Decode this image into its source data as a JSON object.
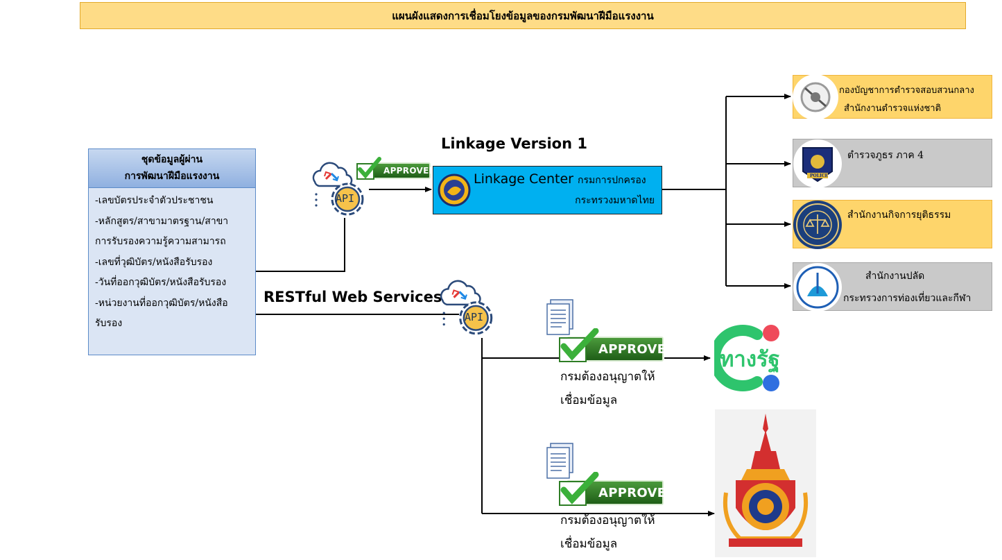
{
  "title": "แผนผังแสดงการเชื่อมโยงข้อมูลของกรมพัฒนาฝีมือแรงงาน",
  "source": {
    "heading_line1": "ชุดข้อมูลผู้ผ่าน",
    "heading_line2": "การพัฒนาฝีมือแรงงาน",
    "items": [
      "-เลขบัตรประจำตัวประชาชน",
      "-หลักสูตร/สาขามาตรฐาน/สาขา",
      "การรับรองความรู้ความสามารถ",
      "-เลขที่วุฒิบัตร/หนังสือรับรอง",
      "-วันที่ออกวุฒิบัตร/หนังสือรับรอง",
      "-หน่วยงานที่ออกวุฒิบัตร/หนังสือ",
      "รับรอง"
    ]
  },
  "linkage": {
    "version_label": "Linkage Version 1",
    "center_label": "Linkage Center",
    "center_org": "กรมการปกครอง",
    "center_ministry": "กระทรวงมหาดไทย"
  },
  "restful": {
    "label": "RESTful Web Services"
  },
  "api": {
    "label": "API"
  },
  "approved": {
    "label": "APPROVED"
  },
  "destinations": [
    {
      "line1": "กองบัญชาการตำรวจสอบสวนกลาง",
      "line2": "สำนักงานตำรวจแห่งชาติ"
    },
    {
      "line1": "ตำรวจภูธร ภาค 4",
      "logo_text": "POLICE"
    },
    {
      "line1": "สำนักงานกิจการยุติธรรม"
    },
    {
      "line1": "สำนักงานปลัด",
      "line2": "กระทรวงการท่องเที่ยวและกีฬา"
    }
  ],
  "restful_targets": [
    {
      "permit_line1": "กรมต้องอนุญาตให้",
      "permit_line2": "เชื่อมข้อมูล",
      "logo_text": "ทางรัฐ"
    },
    {
      "permit_line1": "กรมต้องอนุญาตให้",
      "permit_line2": "เชื่อมข้อมูล"
    }
  ],
  "colors": {
    "title_bg": "#fedc87",
    "source_bg": "#dbe5f4",
    "linkage_bg": "#00b0f0",
    "dest_yellow": "#fed56b",
    "dest_gray": "#c9c9c9",
    "approved_green": "#2e7d25",
    "tangrat_green": "#2ec46d",
    "tangrat_red": "#ef4a5a",
    "tangrat_blue": "#2f6fe0"
  }
}
